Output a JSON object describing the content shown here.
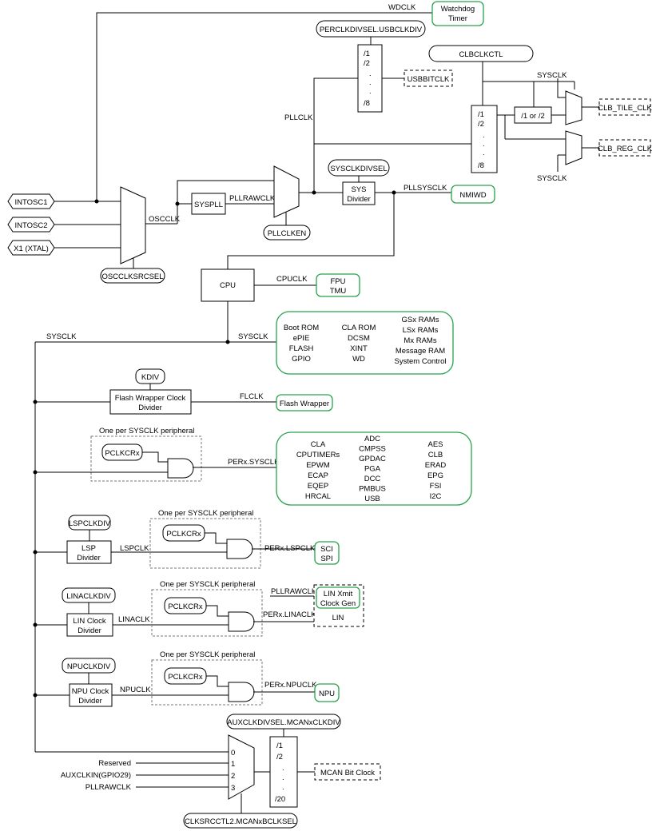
{
  "labels": {
    "wdclk": "WDCLK",
    "watchdog_l1": "Watchdog",
    "watchdog_l2": "Timer",
    "percdiv": "PERCLKDIVSEL.USBCLKDIV",
    "div_top_1": "/1",
    "div_top_2": "/2",
    "div_top_8": "/8",
    "usbbitclk": "USBBITCLK",
    "clbclkctl": "CLBCLKCTL",
    "sysclk_top": "SYSCLK",
    "sysclk_mid": "SYSCLK",
    "div_clb_1": "/1",
    "div_clb_2": "/2",
    "div_clb_8": "/8",
    "one_or_two": "/1 or /2",
    "clb_tile": "CLB_TILE_CLK",
    "clb_reg": "CLB_REG_CLK",
    "pllclk": "PLLCLK",
    "sysclkdivsel": "SYSCLKDIVSEL",
    "sys_div_l1": "SYS",
    "sys_div_l2": "Divider",
    "pllsysclk": "PLLSYSCLK",
    "nmiwd": "NMIWD",
    "intosc1": "INTOSC1",
    "intosc2": "INTOSC2",
    "x1": "X1 (XTAL)",
    "oscclk": "OSCCLK",
    "syspll": "SYSPLL",
    "pllrawclk_top": "PLLRAWCLK",
    "pllclken": "PLLCLKEN",
    "oscclksrcsel": "OSCCLKSRCSEL",
    "cpu": "CPU",
    "cpuclk": "CPUCLK",
    "fpu_l1": "FPU",
    "fpu_l2": "TMU",
    "sysclk_left": "SYSCLK",
    "sysclk_bus": "SYSCLK",
    "kdiv": "KDIV",
    "flash_div_l1": "Flash Wrapper Clock",
    "flash_div_l2": "Divider",
    "flclk": "FLCLK",
    "flash_wrapper": "Flash Wrapper",
    "one_per_1": "One per SYSCLK peripheral",
    "one_per_2": "One per SYSCLK peripheral",
    "one_per_3": "One per SYSCLK peripheral",
    "one_per_4": "One per SYSCLK peripheral",
    "pclkcr_1": "PCLKCRx",
    "pclkcr_2": "PCLKCRx",
    "pclkcr_3": "PCLKCRx",
    "pclkcr_4": "PCLKCRx",
    "perx_sysclk": "PERx.SYSCLK",
    "lspclkdiv": "LSPCLKDIV",
    "lsp_div_l1": "LSP",
    "lsp_div_l2": "Divider",
    "lspclk": "LSPCLK",
    "perx_lspclk": "PERx.LSPCLK",
    "sci": "SCI",
    "spi": "SPI",
    "linaclkdiv": "LINACLKDIV",
    "lin_div_l1": "LIN Clock",
    "lin_div_l2": "Divider",
    "linaclk": "LINACLK",
    "pllrawclk_lin": "PLLRAWCLK",
    "perx_linaclk": "PERx.LINACLK",
    "lin_xmit_l1": "LIN Xmit",
    "lin_xmit_l2": "Clock Gen",
    "lin": "LIN",
    "npuclkdiv": "NPUCLKDIV",
    "npu_div_l1": "NPU Clock",
    "npu_div_l2": "Divider",
    "npuclk": "NPUCLK",
    "perx_npuclk": "PERx.NPUCLK",
    "npu": "NPU",
    "auxclkdivsel": "AUXCLKDIVSEL.MCANxCLKDIV",
    "mux_0": "0",
    "mux_1": "1",
    "mux_2": "2",
    "mux_3": "3",
    "reserved": "Reserved",
    "auxclkin": "AUXCLKIN(GPIO29)",
    "pllrawclk_bot": "PLLRAWCLK",
    "div_mcan_1": "/1",
    "div_mcan_2": "/2",
    "div_mcan_20": "/20",
    "mcan_bit_clock": "MCAN Bit Clock",
    "clksrcctl2": "CLKSRCCTL2.MCANxBCLKSEL",
    "dot": "."
  },
  "sysclk_peripherals": {
    "col1": [
      "Boot ROM",
      "ePIE",
      "FLASH",
      "GPIO"
    ],
    "col2": [
      "CLA ROM",
      "DCSM",
      "XINT",
      "WD"
    ],
    "col3": [
      "GSx RAMs",
      "LSx RAMs",
      "Mx RAMs",
      "Message RAM",
      "System Control"
    ]
  },
  "perx_peripherals": {
    "col1": [
      "CLA",
      "CPUTIMERs",
      "EPWM",
      "ECAP",
      "EQEP",
      "HRCAL"
    ],
    "col2": [
      "ADC",
      "CMPSS",
      "GPDAC",
      "PGA",
      "DCC",
      "PMBUS",
      "USB"
    ],
    "col3": [
      "AES",
      "CLB",
      "ERAD",
      "EPG",
      "FSI",
      "I2C"
    ]
  },
  "colors": {
    "green_box": "#27a34a",
    "wire": "#000000"
  }
}
